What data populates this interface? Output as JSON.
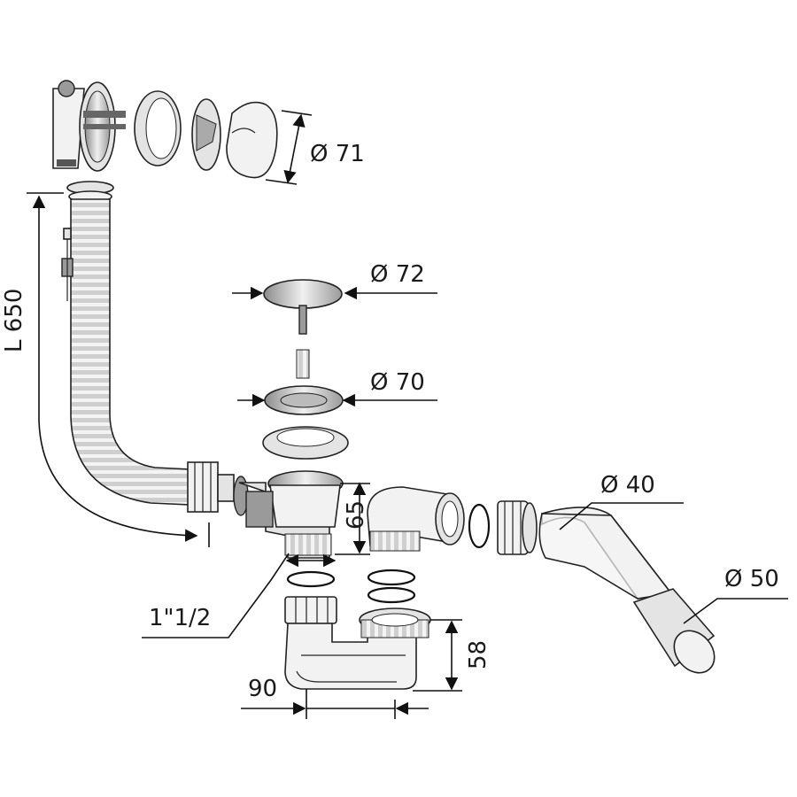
{
  "labels": {
    "cover_diameter": "Ø 71",
    "plug_diameter": "Ø 72",
    "strainer_diameter": "Ø 70",
    "hose_length": "L 650",
    "outlet_diameter": "Ø 40",
    "pipe_diameter": "Ø 50",
    "height_65": "65",
    "height_58": "58",
    "offset_90": "90",
    "thread_size": "1\"1/2"
  }
}
